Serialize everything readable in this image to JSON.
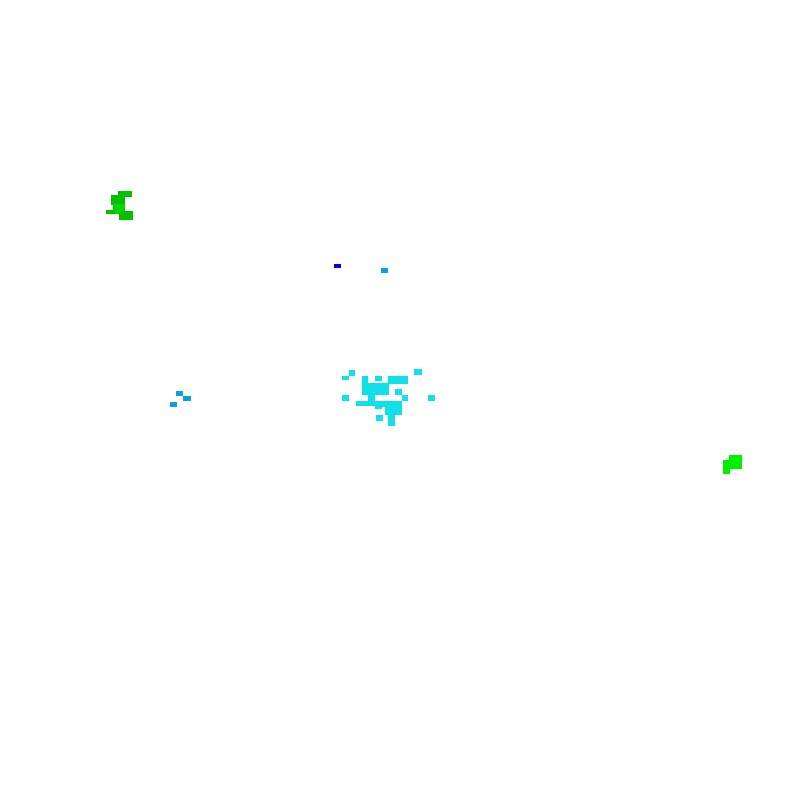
{
  "colors": {
    "background": "#ffffff",
    "green_dark": "#00c000",
    "green_mid": "#00d800",
    "green_bright": "#00f000",
    "blue": "#0000e8",
    "sky_blue": "#0aa0e8",
    "cyan": "#10e0e8"
  },
  "clusters": [
    {
      "name": "green-cluster-upper-left",
      "color": "#00c000"
    },
    {
      "name": "green-cluster-right",
      "color": "#00f000"
    },
    {
      "name": "blue-dot",
      "color": "#0000e8"
    },
    {
      "name": "sky-blue-dot",
      "color": "#0aa0e8"
    },
    {
      "name": "sky-blue-cluster-left",
      "color": "#0aa0e8"
    },
    {
      "name": "cyan-cluster-center",
      "color": "#10e0e8"
    }
  ]
}
